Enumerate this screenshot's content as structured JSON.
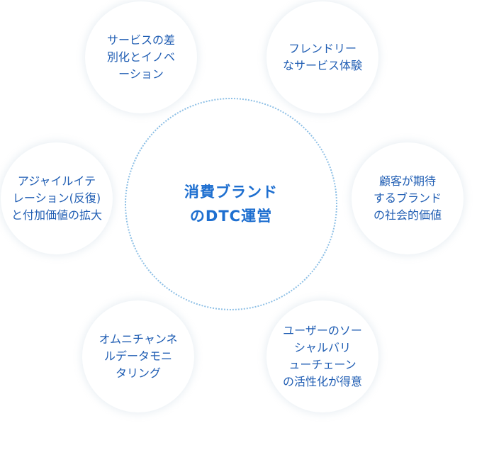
{
  "center": {
    "title": "消費ブランド\nのDTC運営"
  },
  "nodes": [
    {
      "label": "サービスの差\n別化とイノベ\nーション"
    },
    {
      "label": "フレンドリー\nなサービス体験"
    },
    {
      "label": "顧客が期待\nするブランド\nの社会的価値"
    },
    {
      "label": "ユーザーのソー\nシャルバリ\nューチェーン\nの活性化が得意"
    },
    {
      "label": "オムニチャンネ\nルデータモニ\nタリング"
    },
    {
      "label": "アジャイルイテ\nレーション(反復)\nと付加価値の拡大"
    }
  ],
  "colors": {
    "accent": "#1e6fd0",
    "text": "#1f5db3",
    "ring": "#8ec0e6"
  }
}
